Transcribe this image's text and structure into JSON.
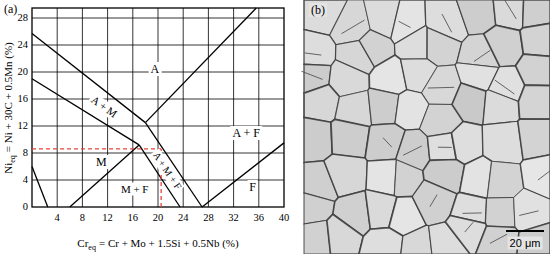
{
  "diagram": {
    "labels": [
      "(a)",
      "28",
      "24",
      "20",
      "16",
      "12",
      "8",
      "4",
      "0",
      "4",
      "8",
      "12",
      "16",
      "20",
      "24",
      "28",
      "32",
      "36",
      "40",
      "A",
      "A + M",
      "A + M + F",
      "A + F",
      "M",
      "M + F",
      "F",
      "Ni",
      "eq",
      "= Ni + 30C + 0.5Mn (%)",
      "Cr",
      "eq",
      "= Cr + Mo + 1.5Si + 0.5Nb (%)",
      "(b)",
      "20 μm"
    ]
  }
}
